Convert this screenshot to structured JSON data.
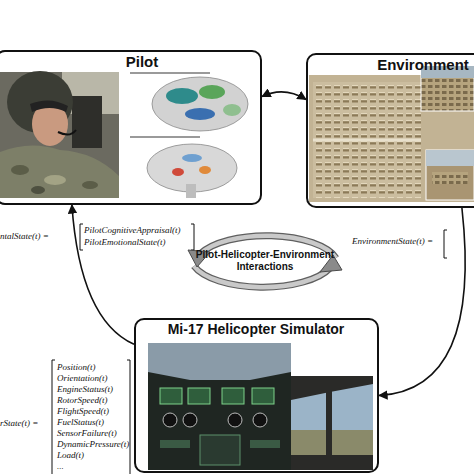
{
  "diagram": {
    "nodes": [
      {
        "text": [
          "Pilot"
        ]
      },
      {
        "text": [
          "Environment"
        ]
      },
      {
        "text": [
          "Pilot-Helicopter-Environment Interactions"
        ]
      },
      {
        "text": [
          "Mi-17 Helicopter Simulator"
        ]
      }
    ],
    "edges": [
      {
        "from": 0,
        "to": 1,
        "arrow": "both"
      },
      {
        "from": 3,
        "to": 0,
        "arrow": "to"
      },
      {
        "from": 1,
        "to": 3,
        "arrow": "to"
      }
    ],
    "labels": [
      "ntalState(t) =",
      "PilotCognitiveAppraisal(t)",
      "PilotEmotionalState(t)",
      "EnvironmentState(t) =",
      "rState(t) =",
      "Position(t)",
      "Orientation(t)",
      "EngineStatus(t)",
      "RotorSpeed(t)",
      "FlightSpeed(t)",
      "FuelStatus(t)",
      "SensorFailure(t)",
      "DynamicPressure(t)",
      "Load(t)",
      "..."
    ]
  }
}
